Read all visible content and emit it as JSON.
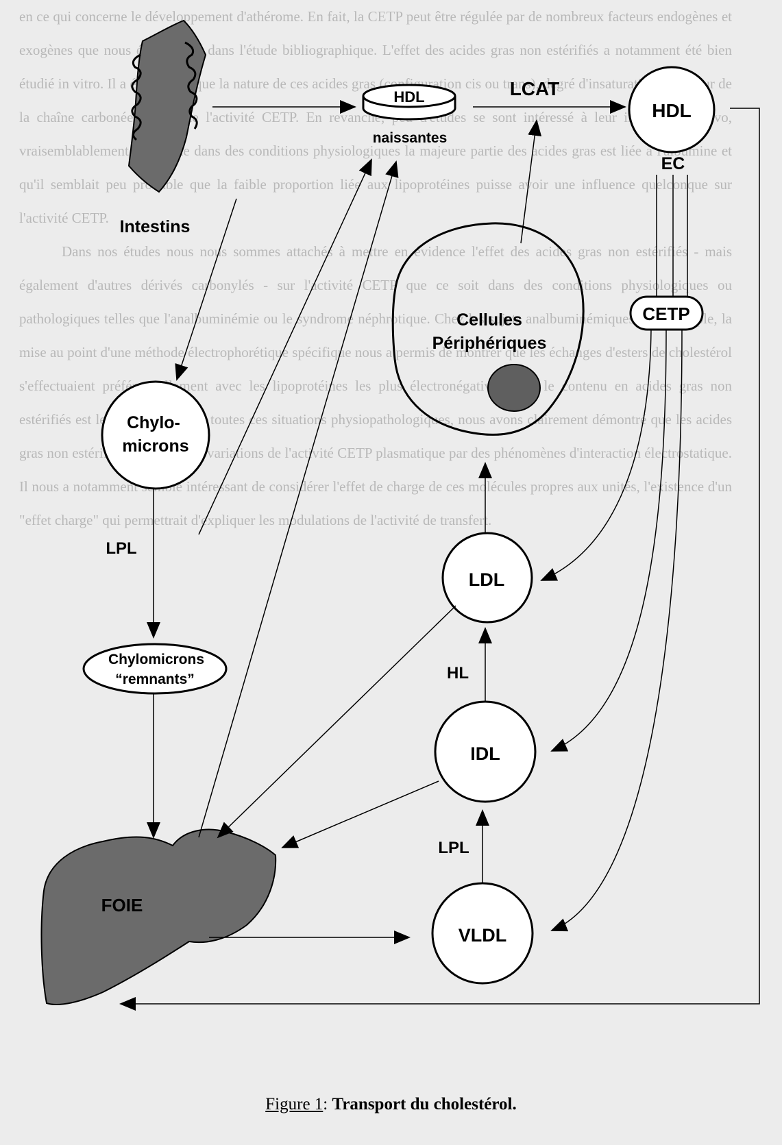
{
  "background_text": {
    "paragraph1": "en ce qui concerne le développement d'athérome. En fait, la CETP peut être régulée par de nombreux facteurs endogènes et exogènes que nous évoquerons dans l'étude bibliographique. L'effet des acides gras non estérifiés a notamment été bien étudié in vitro. Il a été montré que la nature de ces acides gras (configuration cis ou trans), degré d'insaturation, longueur de la chaîne carbonée) influence l'activité CETP. En revanche, peu d'études se sont intéressé à leur influence in vivo, vraisemblablement parce que dans des conditions physiologiques la majeure partie des acides gras est liée à l'albumine et qu'il semblait peu probable que la faible proportion liée aux lipoprotéines puisse avoir une influence quelconque sur l'activité CETP.",
    "paragraph2": "Dans nos études nous nous sommes attachés à mettre en évidence l'effet des acides gras non estérifiés - mais également d'autres dérivés carbonylés - sur l'activité CETP que ce soit dans des conditions physiologiques ou pathologiques telles que l'analbuminémie ou le syndrome néphrotique. Chez les sujets analbuminémiques, par exemple, la mise au point d'une méthode électrophorétique spécifique nous a permis de montrer que les échanges d'esters de cholestérol s'effectuaient préférentiellement avec les lipoprotéines les plus électronégatives dont le contenu en acides gras non estérifiés est le plus élevé. Dans toutes ces situations physiopathologiques, nous avons clairement démontré que les acides gras non estérifiés induisent des variations de l'activité CETP plasmatique par des phénomènes d'interaction électrostatique. Il nous a notamment semblé intéressant de considérer l'effet de charge de ces molécules propres aux unités, l'existence d'un \"effet charge\" qui permettrait d'expliquer les modulations de l'activité de transfert."
  },
  "diagram": {
    "labels": {
      "intestins": "Intestins",
      "hdl_disc": "HDL",
      "naissantes": "naissantes",
      "lcat": "LCAT",
      "hdl": "HDL",
      "ec": "EC",
      "cetp": "CETP",
      "cellules_line1": "Cellules",
      "cellules_line2": "Périphériques",
      "chylo_line1": "Chylo-",
      "chylo_line2": "microns",
      "lpl_left": "LPL",
      "remnants_line1": "Chylomicrons",
      "remnants_line2": "“remnants”",
      "ldl": "LDL",
      "hl": "HL",
      "idl": "IDL",
      "lpl_right": "LPL",
      "vldl": "VLDL",
      "foie": "FOIE"
    },
    "colors": {
      "organ_fill": "#6b6b6b",
      "nucleus_fill": "#5f5f5f",
      "stroke": "#000000"
    }
  },
  "caption": {
    "figure": "Figure 1",
    "separator": ": ",
    "title": "Transport du cholestérol."
  }
}
